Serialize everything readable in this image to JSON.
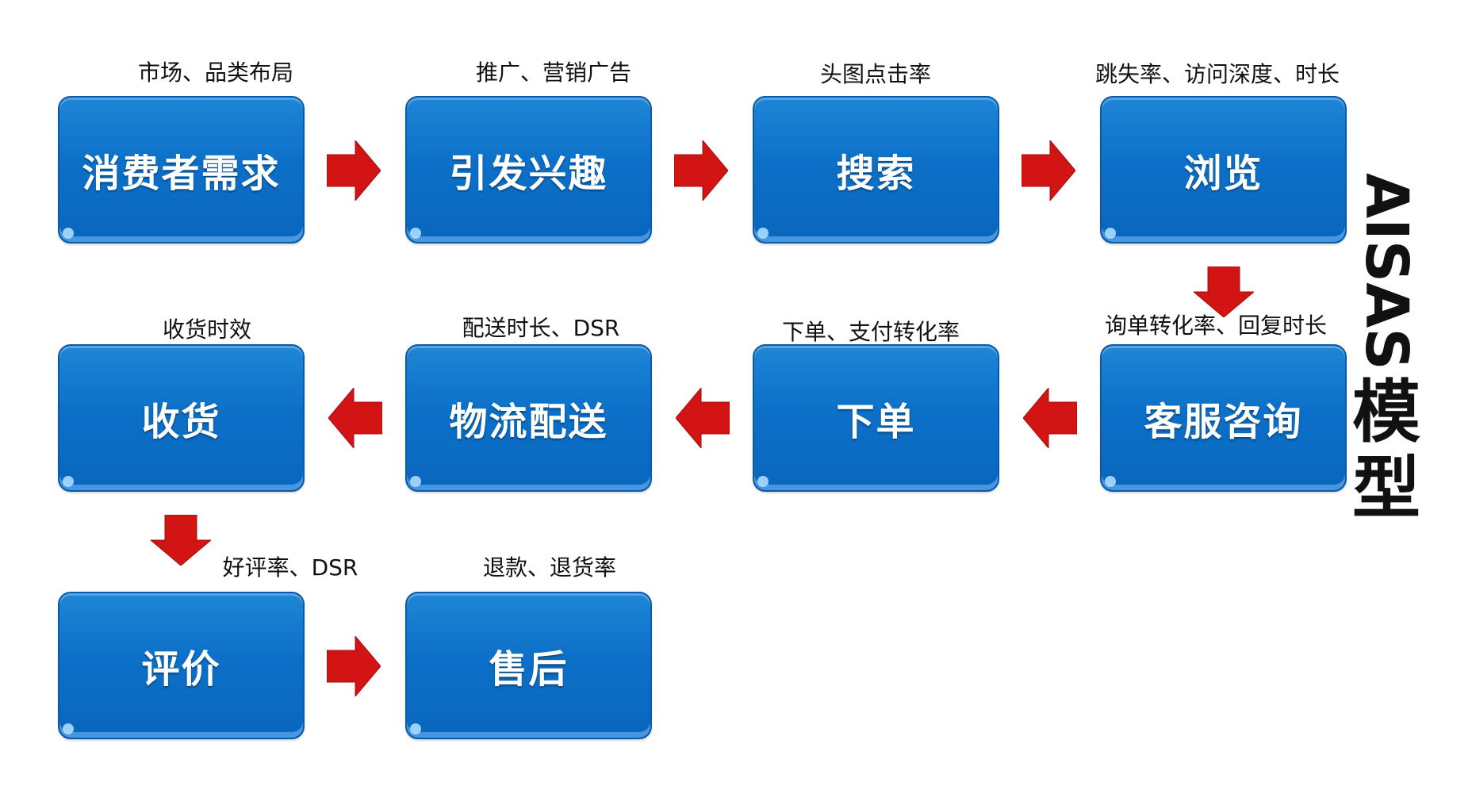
{
  "nodes": [
    {
      "label": "消费者需求",
      "metric": "市场、品类布局"
    },
    {
      "label": "引发兴趣",
      "metric": "推广、营销广告"
    },
    {
      "label": "搜索",
      "metric": "头图点击率"
    },
    {
      "label": "浏览",
      "metric": "跳失率、访问深度、时长"
    },
    {
      "label": "客服咨询",
      "metric": "询单转化率、回复时长"
    },
    {
      "label": "下单",
      "metric": "下单、支付转化率"
    },
    {
      "label": "物流配送",
      "metric": "配送时长、DSR"
    },
    {
      "label": "收货",
      "metric": "收货时效"
    },
    {
      "label": "评价",
      "metric": "好评率、DSR"
    },
    {
      "label": "售后",
      "metric": "退款、退货率"
    }
  ],
  "model_title": {
    "latin": "AISAS",
    "cjk_1": "模",
    "cjk_2": "型"
  },
  "colors": {
    "node_fill": "#0c70c8",
    "node_border": "#0a5aa9",
    "arrow": "#d21414",
    "text": "#111111"
  }
}
